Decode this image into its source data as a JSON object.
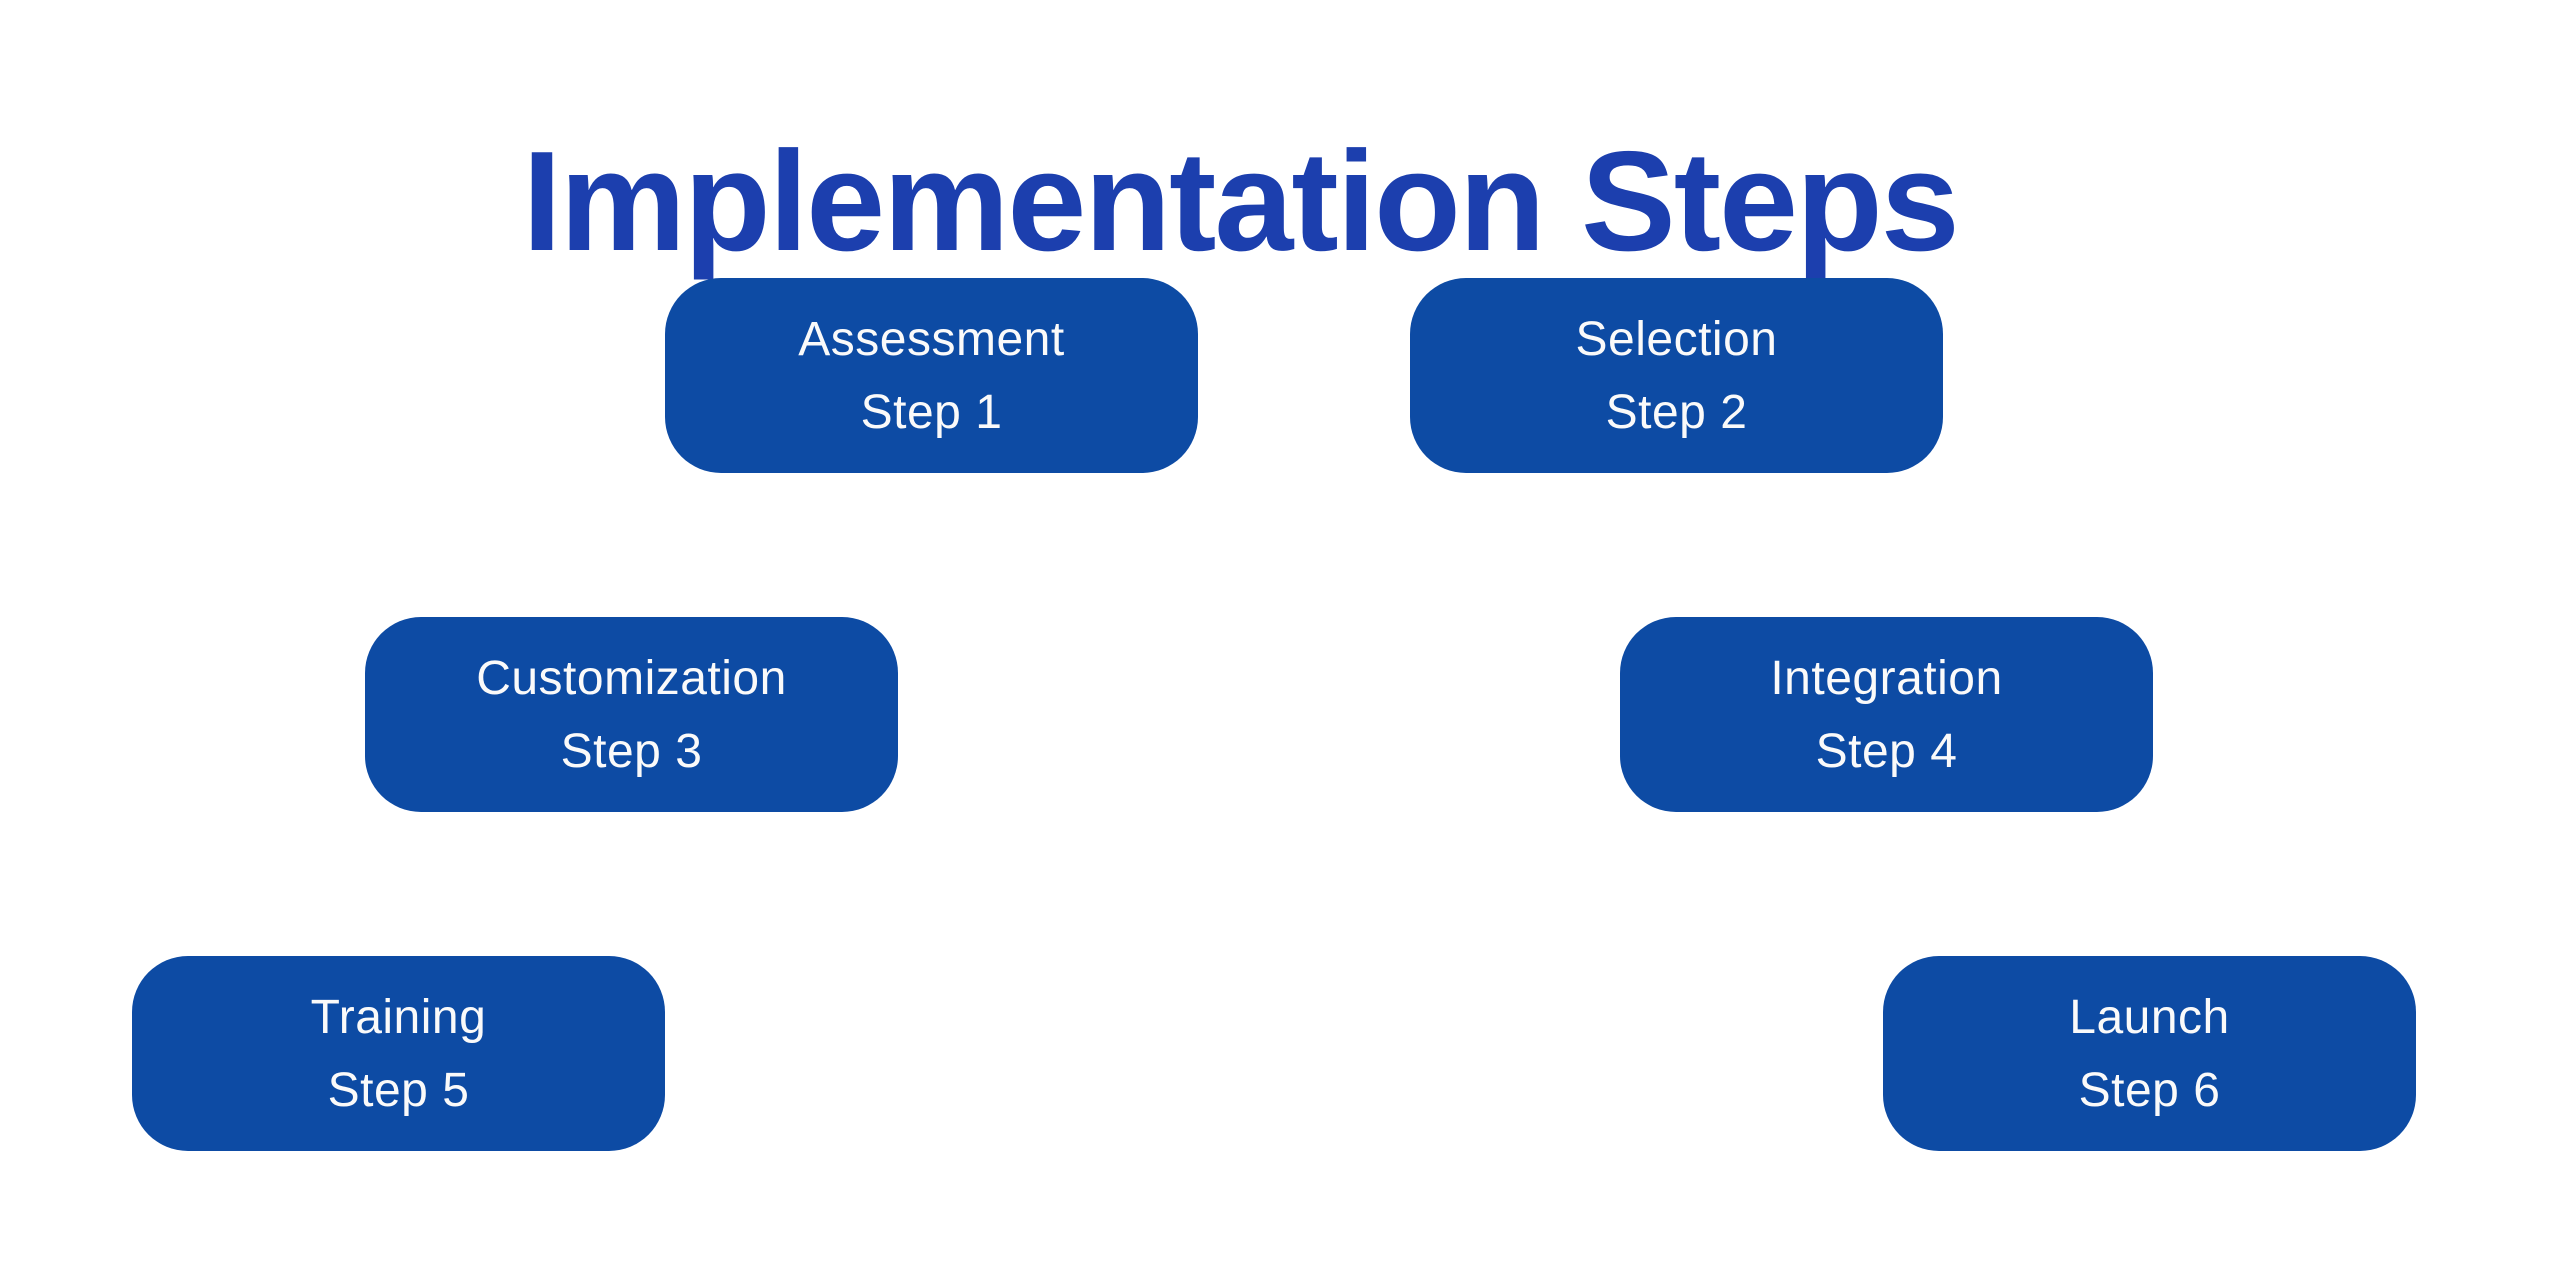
{
  "title": "Implementation Steps",
  "colors": {
    "background": "#ffffff",
    "title": "#1c3fae",
    "box_fill": "#0d4ba4",
    "box_text": "#fafafa"
  },
  "steps": [
    {
      "name": "Assessment",
      "step": "Step 1"
    },
    {
      "name": "Selection",
      "step": "Step 2"
    },
    {
      "name": "Customization",
      "step": "Step 3"
    },
    {
      "name": "Integration",
      "step": "Step 4"
    },
    {
      "name": "Training",
      "step": "Step 5"
    },
    {
      "name": "Launch",
      "step": "Step 6"
    }
  ]
}
